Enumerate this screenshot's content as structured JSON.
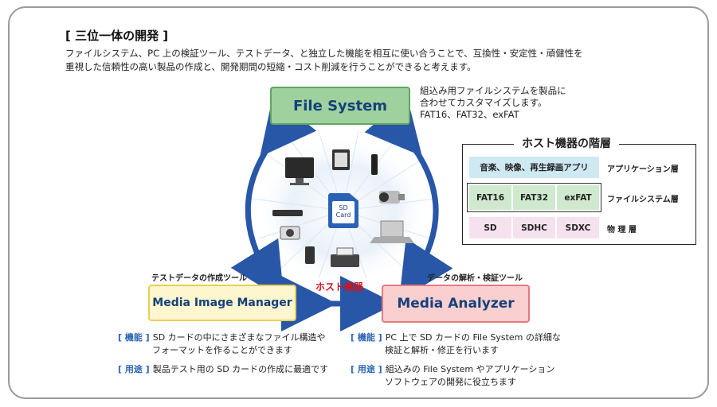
{
  "title": "[ 三位一体の開発 ]",
  "intro": [
    "ファイルシステム、PC 上の検証ツール、テストデータ、と独立した機能を相互に使い合うことで、互換性・安定性・頑健性を",
    "重視した信頼性の高い製品の作成と、開発期間の短縮・コスト削減を行うことができると考えます。"
  ],
  "file_system": {
    "label": "File System",
    "desc": [
      "組込み用ファイルシステムを製品に",
      "合わせてカスタマイズします。",
      "FAT16、FAT32、exFAT"
    ]
  },
  "media_image_manager": {
    "label": "Media Image Manager",
    "caption": "テストデータの作成ツール",
    "function_tag": "[ 機能 ]",
    "function_text": [
      "SD カードの中にさまざまなファイル構造や",
      "フォーマットを作ることができます"
    ],
    "use_tag": "[ 用途 ]",
    "use_text": [
      "製品テスト用の SD カードの作成に最適です"
    ]
  },
  "media_analyzer": {
    "label": "Media Analyzer",
    "caption": "データの解析・検証ツール",
    "function_tag": "[ 機能 ]",
    "function_text": [
      "PC 上で SD カードの File System の詳細な",
      "検証と解析・修正を行います"
    ],
    "use_tag": "[ 用途 ]",
    "use_text": [
      "組込みの File System やアプリケーション",
      "ソフトウェアの開発に役立ちます"
    ]
  },
  "host_label": "ホスト機器",
  "sd_card": {
    "line1": "SD",
    "line2": "Card"
  },
  "host_layers": {
    "title": "ホスト機器の階層",
    "rows": [
      {
        "cells": [
          "音楽、映像、再生録画アプリ"
        ],
        "label": "アプリケーション層",
        "color": "#cfe9f2"
      },
      {
        "cells": [
          "FAT16",
          "FAT32",
          "exFAT"
        ],
        "label": "ファイルシステム層",
        "color": "#cfe9cf"
      },
      {
        "cells": [
          "SD",
          "SDHC",
          "SDXC"
        ],
        "label": "物 理 層",
        "color": "#f6e1ef"
      }
    ]
  },
  "colors": {
    "arrow": "#2857a8",
    "accent_red": "#d0141c",
    "tag_blue": "#2b65b5"
  }
}
